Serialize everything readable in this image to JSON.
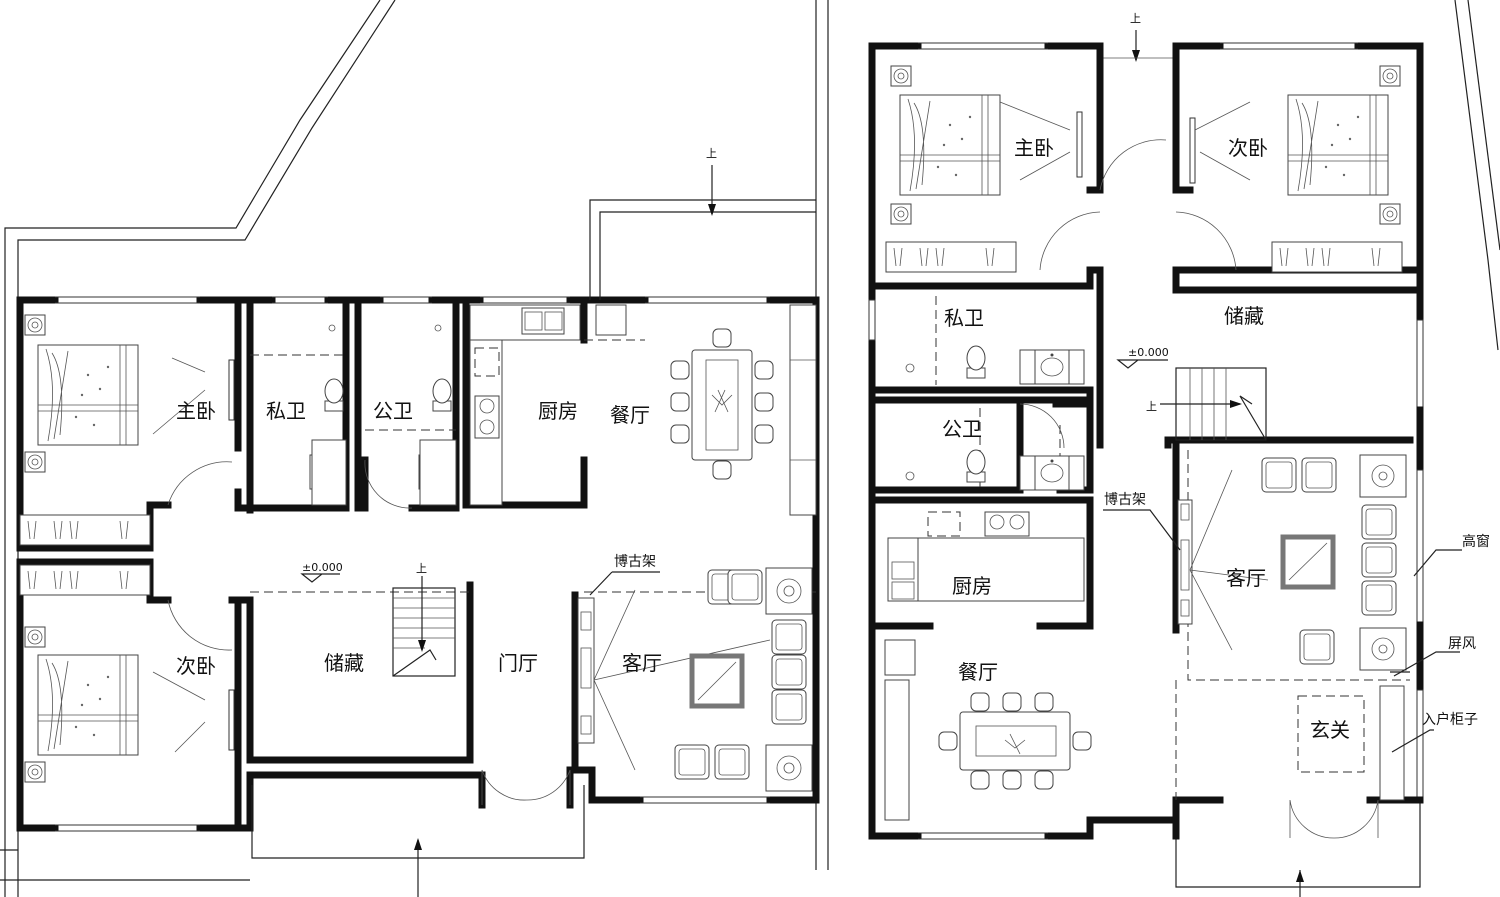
{
  "plan_left": {
    "rooms": {
      "master_bedroom": "主卧",
      "private_bath": "私卫",
      "public_bath": "公卫",
      "kitchen": "厨房",
      "dining": "餐厅",
      "second_bedroom": "次卧",
      "storage": "储藏",
      "foyer": "门厅",
      "living": "客厅"
    },
    "notes": {
      "up_top": "上",
      "up_stair": "上",
      "elevation": "±0.000",
      "shelf": "博古架"
    }
  },
  "plan_right": {
    "rooms": {
      "master_bedroom": "主卧",
      "second_bedroom": "次卧",
      "private_bath": "私卫",
      "storage": "储藏",
      "public_bath": "公卫",
      "kitchen": "厨房",
      "living": "客厅",
      "dining": "餐厅",
      "entry": "玄关"
    },
    "notes": {
      "up_top": "上",
      "up_stair": "上",
      "elevation": "±0.000",
      "shelf": "博古架",
      "high_window": "高窗",
      "screen": "屏风",
      "entry_cabinet": "入户柜子"
    }
  }
}
